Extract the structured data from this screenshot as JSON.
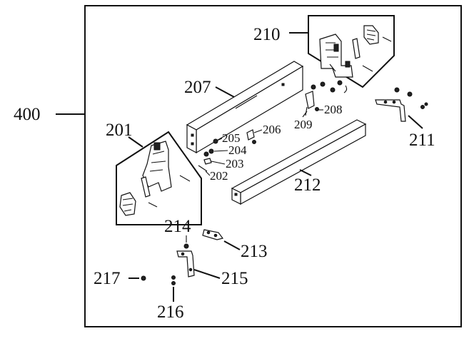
{
  "labels": {
    "assembly": "400",
    "p201": "201",
    "p202": "202",
    "p203": "203",
    "p204": "204",
    "p205": "205",
    "p206": "206",
    "p207": "207",
    "p208": "208",
    "p209": "209",
    "p210": "210",
    "p211": "211",
    "p212": "212",
    "p213": "213",
    "p214": "214",
    "p215": "215",
    "p216": "216",
    "p217": "217"
  }
}
